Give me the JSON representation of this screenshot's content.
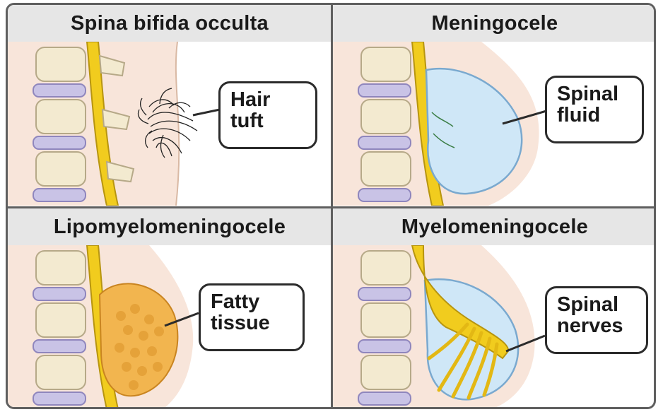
{
  "panels": [
    {
      "title": "Spina bifida occulta",
      "label_line1": "Hair",
      "label_line2": "tuft"
    },
    {
      "title": "Meningocele",
      "label_line1": "Spinal",
      "label_line2": "fluid"
    },
    {
      "title": "Lipomyelomeningocele",
      "label_line1": "Fatty",
      "label_line2": "tissue"
    },
    {
      "title": "Myelomeningocele",
      "label_line1": "Spinal",
      "label_line2": "nerves"
    }
  ],
  "colors": {
    "skin": "#f8e5da",
    "bone": "#f3ead0",
    "disc": "#c9c3e6",
    "cord": "#f1cc1e",
    "fluid": "#cfe7f7",
    "fat": "#f2b54f",
    "border": "#5f5f5f",
    "title_bg": "#e6e6e6"
  }
}
